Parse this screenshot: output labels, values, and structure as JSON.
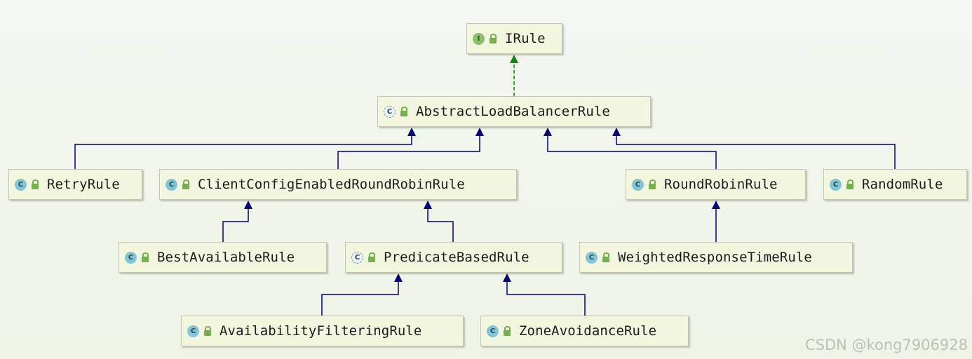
{
  "colors": {
    "implements_edge": "#0a8a0a",
    "extends_edge": "#000080",
    "node_fill": "#f3f6de"
  },
  "nodes": [
    {
      "id": "IRule",
      "label": "IRule",
      "kind": "interface",
      "kind_letter": "I"
    },
    {
      "id": "AbstractLoadBalancerRule",
      "label": "AbstractLoadBalancerRule",
      "kind": "abstract",
      "kind_letter": "C"
    },
    {
      "id": "RetryRule",
      "label": "RetryRule",
      "kind": "class",
      "kind_letter": "C"
    },
    {
      "id": "ClientConfigEnabledRoundRobinRule",
      "label": "ClientConfigEnabledRoundRobinRule",
      "kind": "class",
      "kind_letter": "C"
    },
    {
      "id": "RoundRobinRule",
      "label": "RoundRobinRule",
      "kind": "class",
      "kind_letter": "C"
    },
    {
      "id": "RandomRule",
      "label": "RandomRule",
      "kind": "class",
      "kind_letter": "C"
    },
    {
      "id": "BestAvailableRule",
      "label": "BestAvailableRule",
      "kind": "class",
      "kind_letter": "C"
    },
    {
      "id": "PredicateBasedRule",
      "label": "PredicateBasedRule",
      "kind": "abstract",
      "kind_letter": "C"
    },
    {
      "id": "WeightedResponseTimeRule",
      "label": "WeightedResponseTimeRule",
      "kind": "class",
      "kind_letter": "C"
    },
    {
      "id": "AvailabilityFilteringRule",
      "label": "AvailabilityFilteringRule",
      "kind": "class",
      "kind_letter": "C"
    },
    {
      "id": "ZoneAvoidanceRule",
      "label": "ZoneAvoidanceRule",
      "kind": "class",
      "kind_letter": "C"
    }
  ],
  "edges": [
    {
      "from": "AbstractLoadBalancerRule",
      "to": "IRule",
      "type": "implements"
    },
    {
      "from": "RetryRule",
      "to": "AbstractLoadBalancerRule",
      "type": "extends"
    },
    {
      "from": "ClientConfigEnabledRoundRobinRule",
      "to": "AbstractLoadBalancerRule",
      "type": "extends"
    },
    {
      "from": "RoundRobinRule",
      "to": "AbstractLoadBalancerRule",
      "type": "extends"
    },
    {
      "from": "RandomRule",
      "to": "AbstractLoadBalancerRule",
      "type": "extends"
    },
    {
      "from": "BestAvailableRule",
      "to": "ClientConfigEnabledRoundRobinRule",
      "type": "extends"
    },
    {
      "from": "PredicateBasedRule",
      "to": "ClientConfigEnabledRoundRobinRule",
      "type": "extends"
    },
    {
      "from": "WeightedResponseTimeRule",
      "to": "RoundRobinRule",
      "type": "extends"
    },
    {
      "from": "AvailabilityFilteringRule",
      "to": "PredicateBasedRule",
      "type": "extends"
    },
    {
      "from": "ZoneAvoidanceRule",
      "to": "PredicateBasedRule",
      "type": "extends"
    }
  ],
  "watermark": "CSDN @kong7906928"
}
